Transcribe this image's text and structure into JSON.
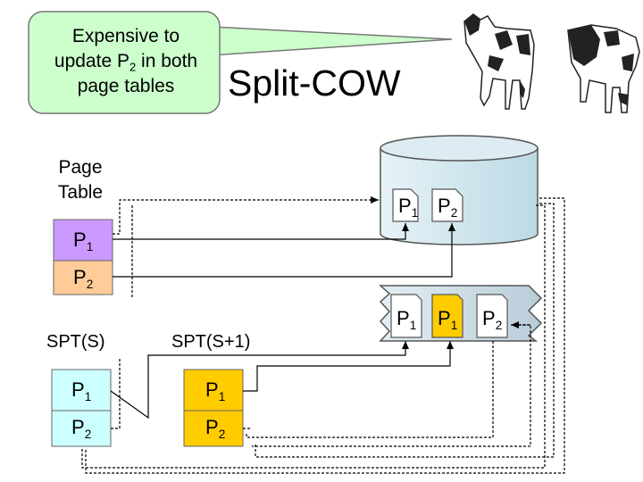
{
  "callout": {
    "line1": "Expensive to",
    "line2_pre": "update P",
    "line2_sub": "2",
    "line2_post": " in both",
    "line3": "page tables"
  },
  "title": "Split-COW",
  "page_table": {
    "label_line1": "Page",
    "label_line2": "Table",
    "rows": [
      {
        "letter": "P",
        "sub": "1"
      },
      {
        "letter": "P",
        "sub": "2"
      }
    ]
  },
  "spt_s": {
    "label": "SPT(S)",
    "rows": [
      {
        "letter": "P",
        "sub": "1"
      },
      {
        "letter": "P",
        "sub": "2"
      }
    ]
  },
  "spt_s1": {
    "label": "SPT(S+1)",
    "rows": [
      {
        "letter": "P",
        "sub": "1"
      },
      {
        "letter": "P",
        "sub": "2"
      }
    ]
  },
  "disk": {
    "pages": [
      {
        "letter": "P",
        "sub": "1"
      },
      {
        "letter": "P",
        "sub": "2"
      }
    ]
  },
  "memory": {
    "pages": [
      {
        "letter": "P",
        "sub": "1"
      },
      {
        "letter": "P",
        "sub": "1"
      },
      {
        "letter": "P",
        "sub": "2"
      }
    ]
  },
  "colors": {
    "callout_fill": "#ccffcc",
    "page_table_p1": "#cc99ff",
    "page_table_p2": "#ffcc99",
    "spt_s_fill": "#ccffff",
    "spt_s1_fill": "#ffcc00",
    "disk_fill": "#cce6ee",
    "memory_fill": "#ccdde6",
    "page_fill": "#ffffff",
    "highlight_page_fill": "#ffcc00"
  },
  "icons": [
    "cow-icon",
    "cow-icon"
  ]
}
